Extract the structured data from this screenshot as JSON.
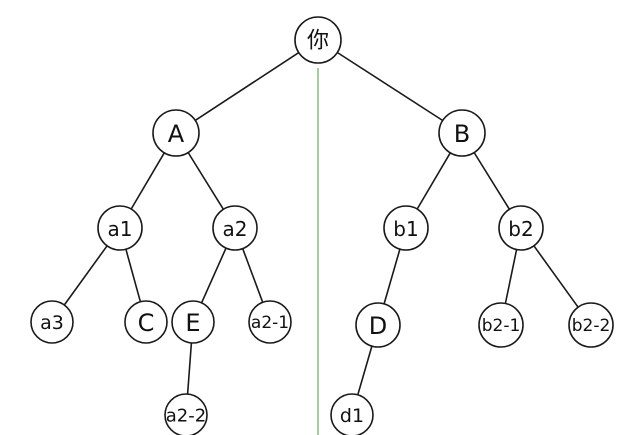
{
  "nodes": [
    {
      "id": "root",
      "label": "你"
    },
    {
      "id": "A",
      "label": "A"
    },
    {
      "id": "B",
      "label": "B"
    },
    {
      "id": "a1",
      "label": "a1"
    },
    {
      "id": "a2",
      "label": "a2"
    },
    {
      "id": "a3",
      "label": "a3"
    },
    {
      "id": "C",
      "label": "C"
    },
    {
      "id": "E",
      "label": "E"
    },
    {
      "id": "a2-1",
      "label": "a2-1"
    },
    {
      "id": "a2-2",
      "label": "a2-2"
    },
    {
      "id": "b1",
      "label": "b1"
    },
    {
      "id": "b2",
      "label": "b2"
    },
    {
      "id": "D",
      "label": "D"
    },
    {
      "id": "d1",
      "label": "d1"
    },
    {
      "id": "b2-1",
      "label": "b2-1"
    },
    {
      "id": "b2-2",
      "label": "b2-2"
    }
  ],
  "edges": [
    {
      "from": "root",
      "to": "A"
    },
    {
      "from": "root",
      "to": "B"
    },
    {
      "from": "A",
      "to": "a1"
    },
    {
      "from": "A",
      "to": "a2"
    },
    {
      "from": "a1",
      "to": "a3"
    },
    {
      "from": "a1",
      "to": "C"
    },
    {
      "from": "a2",
      "to": "E"
    },
    {
      "from": "a2",
      "to": "a2-1"
    },
    {
      "from": "E",
      "to": "a2-2"
    },
    {
      "from": "B",
      "to": "b1"
    },
    {
      "from": "B",
      "to": "b2"
    },
    {
      "from": "b1",
      "to": "D"
    },
    {
      "from": "D",
      "to": "d1"
    },
    {
      "from": "b2",
      "to": "b2-1"
    },
    {
      "from": "b2",
      "to": "b2-2"
    }
  ],
  "colors": {
    "line": "#1a1a1a",
    "divider": "#7fb77a",
    "background": "#ffffff"
  }
}
